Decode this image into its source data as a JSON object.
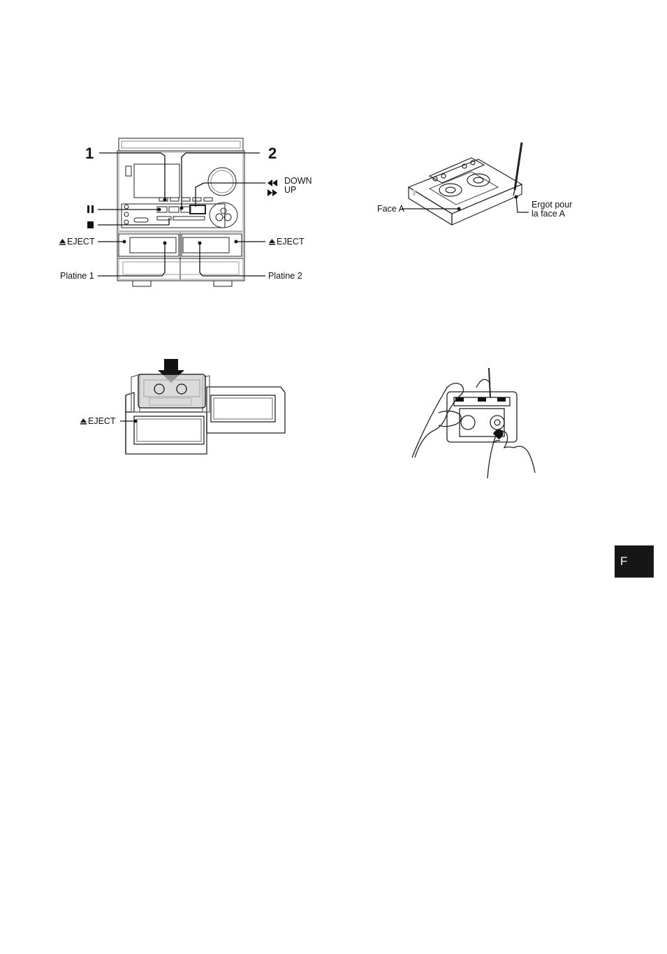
{
  "fig1": {
    "step1": "1",
    "step2": "2",
    "down_label": "DOWN",
    "up_label": "UP",
    "eject_left": "EJECT",
    "eject_right": "EJECT",
    "deck1": "Platine 1",
    "deck2": "Platine 2"
  },
  "fig2": {
    "face_a": "Face A",
    "tab_line1": "Ergot pour",
    "tab_line2": "la face A"
  },
  "fig3": {
    "eject": "EJECT"
  },
  "language_tab": "F"
}
